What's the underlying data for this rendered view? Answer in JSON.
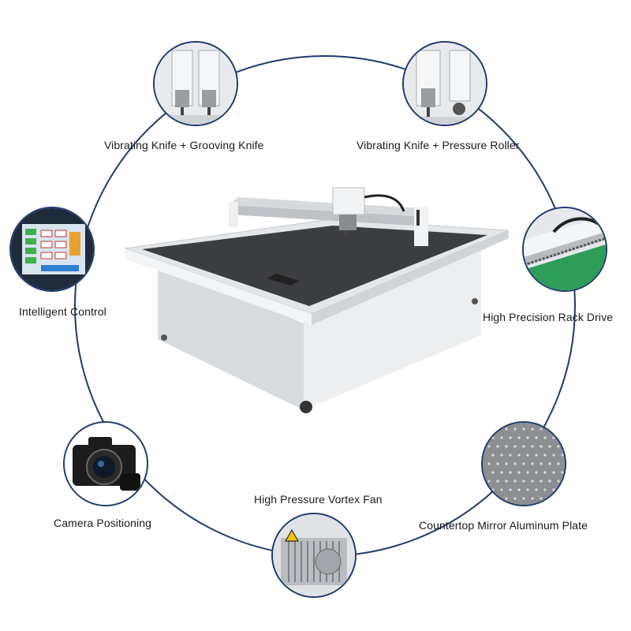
{
  "features": {
    "vibrating_grooving": {
      "label": "Vibrating Knife + Grooving Knife",
      "icon": "vibrating-grooving-knife-icon"
    },
    "vibrating_pressure": {
      "label": "Vibrating Knife + Pressure Roller",
      "icon": "vibrating-pressure-roller-icon"
    },
    "intelligent_control": {
      "label": "Intelligent Control",
      "icon": "control-panel-icon"
    },
    "rack_drive": {
      "label": "High Precision Rack Drive",
      "icon": "rack-drive-icon"
    },
    "camera": {
      "label": "Camera Positioning",
      "icon": "camera-icon"
    },
    "aluminum_plate": {
      "label": "Countertop Mirror Aluminum Plate",
      "icon": "aluminum-plate-icon"
    },
    "vortex_fan": {
      "label": "High Pressure Vortex Fan",
      "icon": "vortex-fan-icon"
    }
  },
  "colors": {
    "ring": "#1d3a6e",
    "machine_body": "#e9ecee",
    "table_top": "#3b3d40"
  }
}
